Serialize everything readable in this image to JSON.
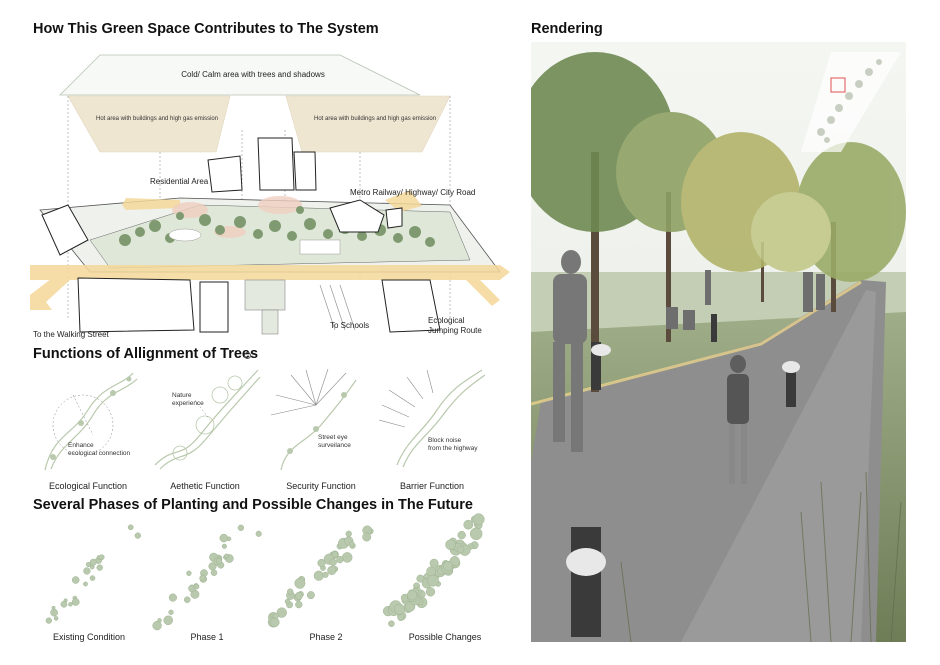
{
  "colors": {
    "tree_green": "#7f9a70",
    "pale_green": "#b9c9ad",
    "heat_beige": "#efe6d2",
    "arrow_yellow": "#f5d89a",
    "path_grey": "#9a9a9a",
    "pink_blob": "#f0cfc0"
  },
  "headings": {
    "system": "How This Green Space Contributes to The System",
    "rendering": "Rendering",
    "functions": "Functions of Allignment of Trees",
    "phases": "Several Phases of Planting and Possible Changes in The Future"
  },
  "system_diagram": {
    "cold_area": "Cold/ Calm area with trees and shadows",
    "hot_left": "Hot area with buildings and high gas emission",
    "hot_right": "Hot area with buildings and high gas emission",
    "residential": "Residential Area",
    "metro": "Metro Railway/ Highway/ City Road",
    "walking_street": "To the Walking Street",
    "schools": "To Schools",
    "ecological_route": "Ecological\nJumping Route"
  },
  "functions": [
    {
      "caption": "Ecological Function",
      "note": "Enhance\necological connection"
    },
    {
      "caption": "Aethetic Function",
      "note": "Nature\nexperience"
    },
    {
      "caption": "Security Function",
      "note": "Street eye\nsurveilance"
    },
    {
      "caption": "Barrier Function",
      "note": "Block noise\nfrom the highway"
    }
  ],
  "phases": [
    {
      "caption": "Existing Condition"
    },
    {
      "caption": "Phase 1"
    },
    {
      "caption": "Phase 2"
    },
    {
      "caption": "Possible Changes"
    }
  ]
}
